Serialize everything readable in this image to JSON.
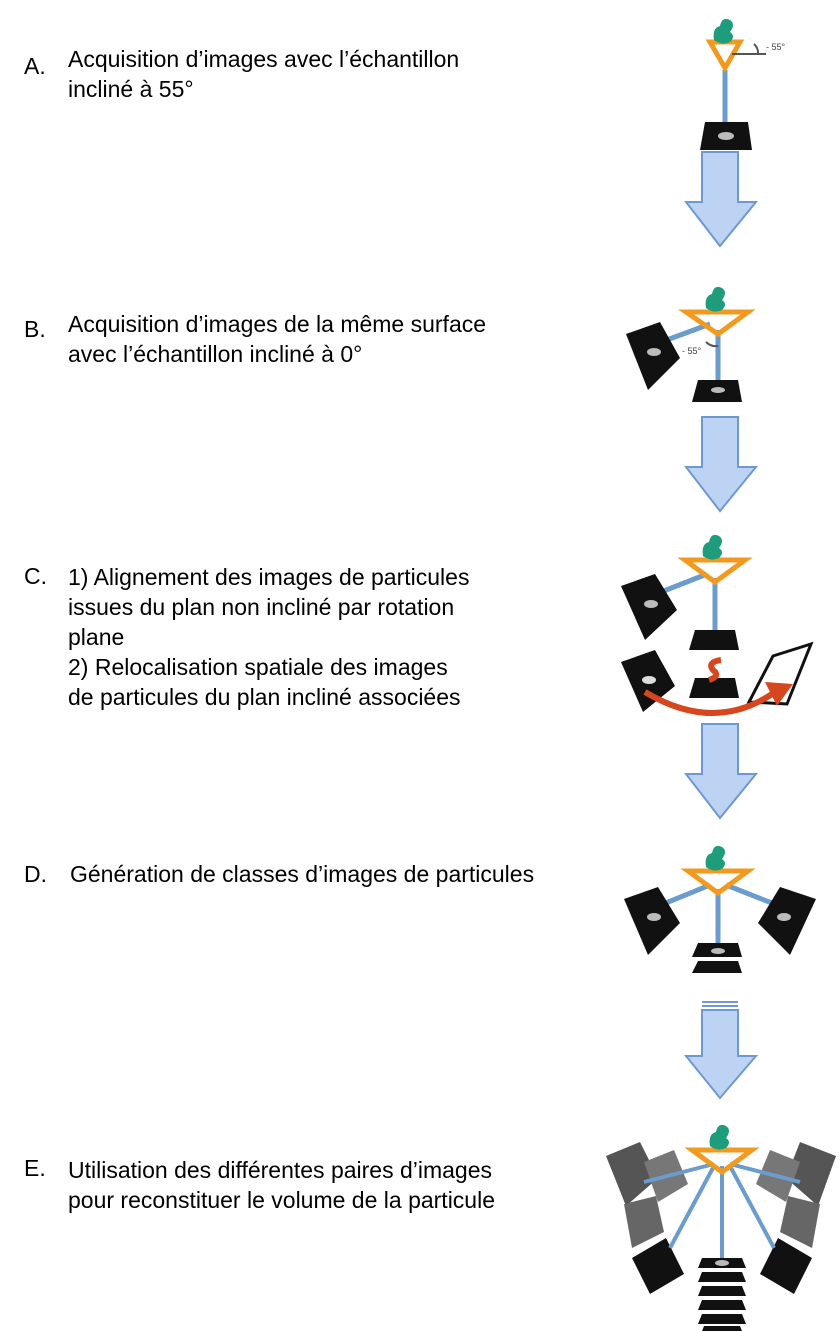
{
  "steps": [
    {
      "letter": "A.",
      "lines": [
        "Acquisition d’images avec l’échantillon",
        "incliné à 55°"
      ],
      "angle_label": "- 55°"
    },
    {
      "letter": "B.",
      "lines": [
        "Acquisition d’images de la même surface",
        "avec l’échantillon incliné à 0°"
      ],
      "angle_label": "- 55°"
    },
    {
      "letter": "C.",
      "lines": [
        "1) Alignement des images de particules",
        "issues du plan non incliné  par rotation",
        "plane",
        "2) Relocalisation spatiale des images",
        "de particules du plan incliné associées"
      ]
    },
    {
      "letter": "D.",
      "lines": [
        "Génération de classes d’images de particules"
      ]
    },
    {
      "letter": "E.",
      "lines": [
        "Utilisation des différentes paires d’images",
        "pour reconstituer le volume de la particule"
      ]
    }
  ],
  "colors": {
    "arrow_fill": "#bcd3f3",
    "arrow_stroke": "#6f98d3",
    "beam": "#6b9ccc",
    "cone": "#f29a1f",
    "particle": "#1e9c7c",
    "plate": "#111111",
    "rotation_arrow": "#d6461f"
  }
}
